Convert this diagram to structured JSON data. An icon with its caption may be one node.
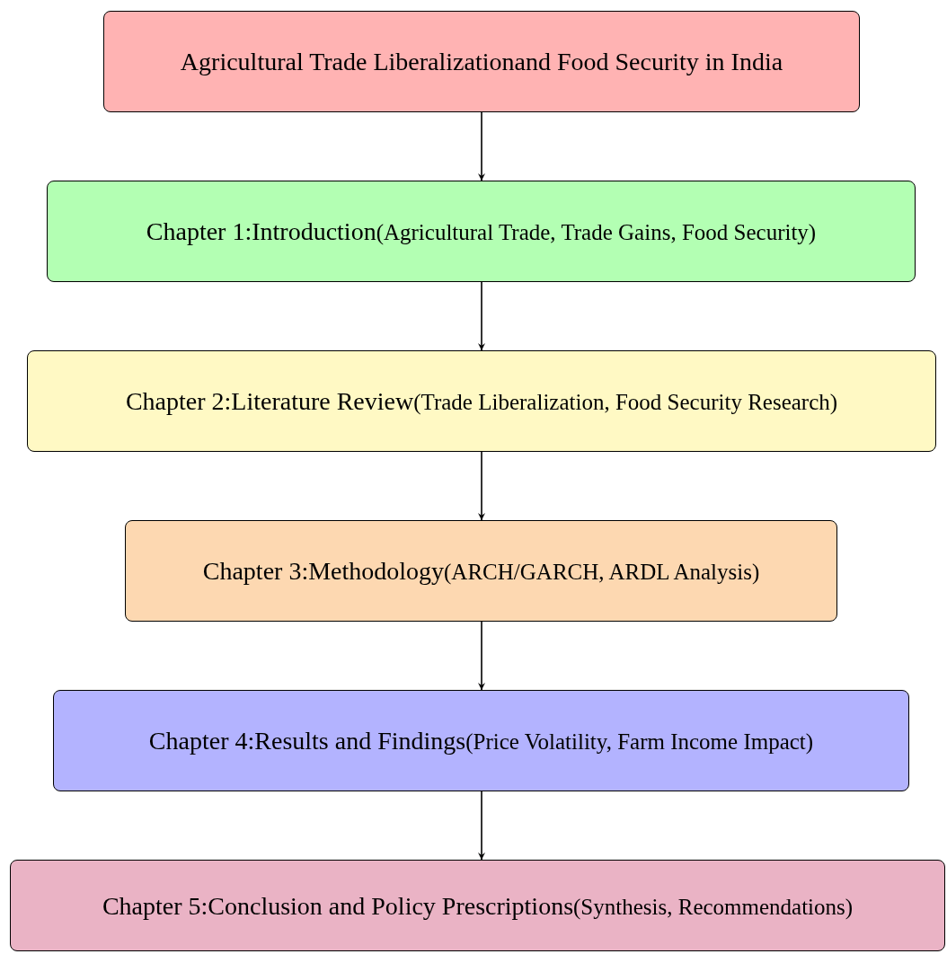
{
  "diagram": {
    "nodes": [
      {
        "text": [
          "Agricultural Trade Liberalizationand Food Security in India"
        ]
      },
      {
        "text": [
          "Chapter 1:Introduction",
          "(Agricultural Trade, Trade Gains, Food Security)"
        ]
      },
      {
        "text": [
          "Chapter 2:Literature Review",
          "(Trade Liberalization, Food Security Research)"
        ]
      },
      {
        "text": [
          "Chapter 3:Methodology",
          "(ARCH/GARCH, ARDL Analysis)"
        ]
      },
      {
        "text": [
          "Chapter 4:Results and Findings",
          "(Price Volatility, Farm Income Impact)"
        ]
      },
      {
        "text": [
          "Chapter 5:Conclusion and Policy Prescriptions",
          "(Synthesis, Recommendations)"
        ]
      }
    ],
    "edges": [
      {
        "from": 0,
        "to": 1,
        "arrow": "to"
      },
      {
        "from": 1,
        "to": 2,
        "arrow": "to"
      },
      {
        "from": 2,
        "to": 3,
        "arrow": "to"
      },
      {
        "from": 3,
        "to": 4,
        "arrow": "to"
      },
      {
        "from": 4,
        "to": 5,
        "arrow": "to"
      }
    ]
  }
}
